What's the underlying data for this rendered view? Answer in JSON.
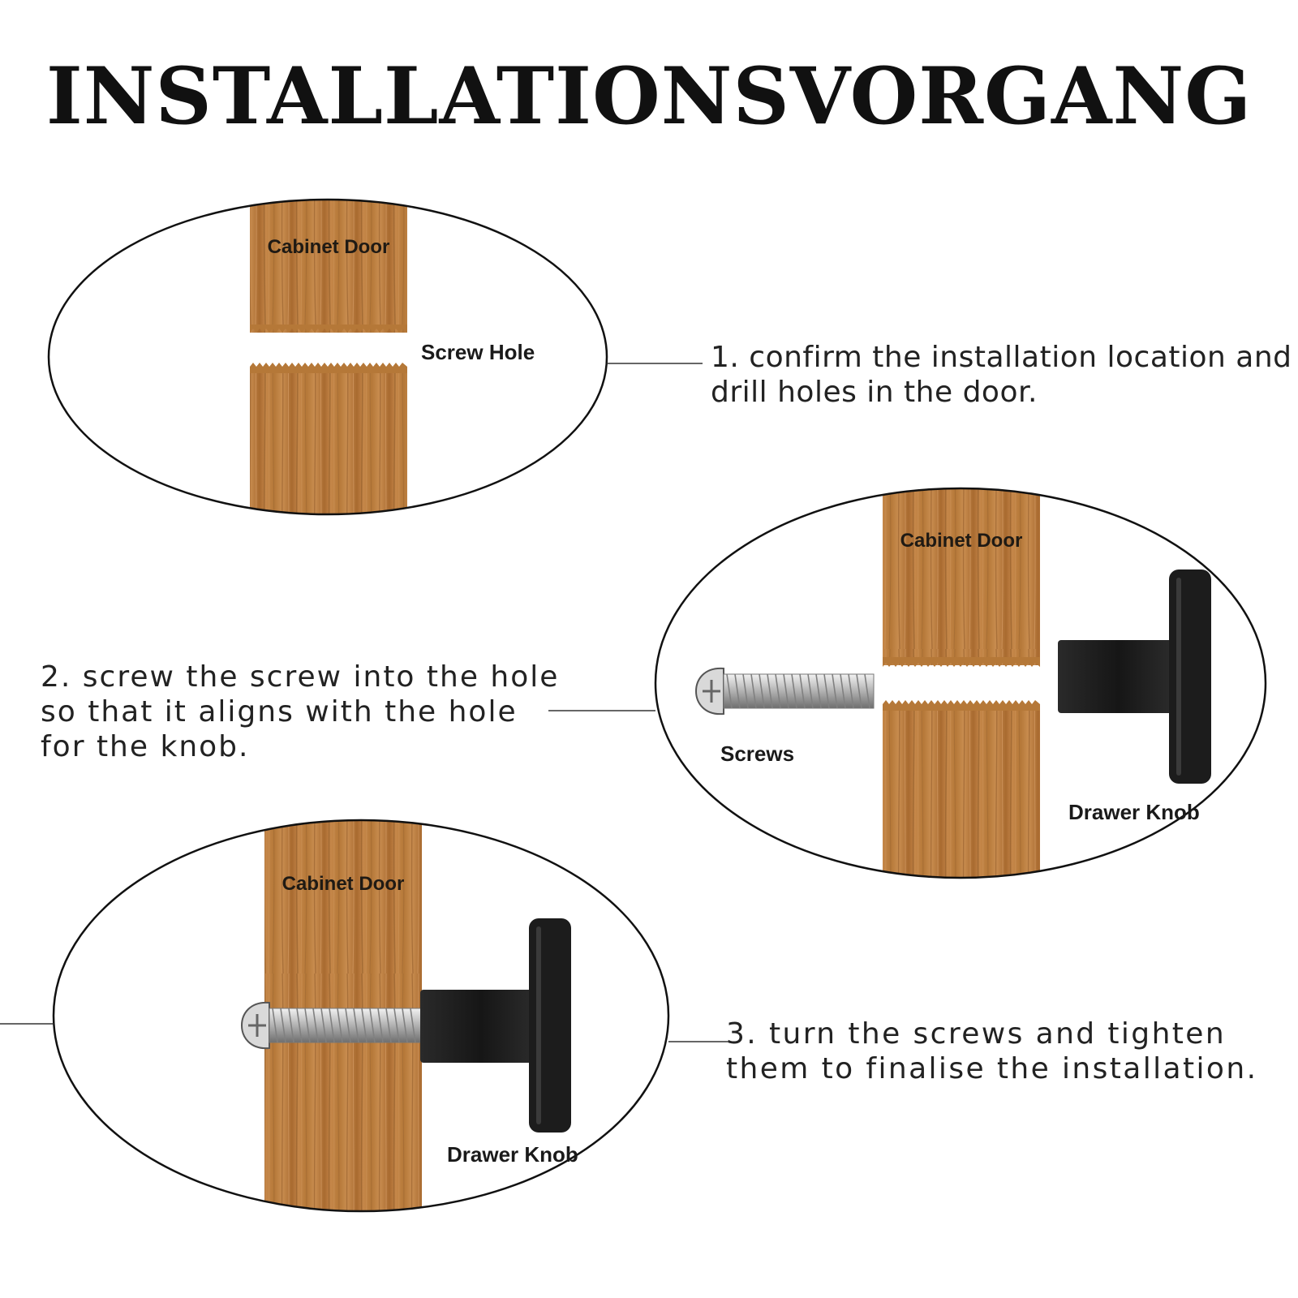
{
  "title": "INSTALLATIONSVORGANG",
  "steps": [
    {
      "lines": [
        "1. confirm the installation location and",
        "drill holes in the door."
      ]
    },
    {
      "lines": [
        "2. screw the screw into the hole",
        "so that it aligns with the hole",
        "for the knob."
      ]
    },
    {
      "lines": [
        "3. turn the screws and tighten",
        "them to finalise the installation."
      ]
    }
  ],
  "labels": {
    "cabinet_door": "Cabinet Door",
    "screw_hole": "Screw Hole",
    "screws": "Screws",
    "drawer_knob": "Drawer Knob"
  },
  "colors": {
    "wood": "#b87a3c",
    "wood_dark": "#8e5a28",
    "knob": "#1c1c1c",
    "outline": "#111111",
    "text": "#222222"
  },
  "icons": [
    "wood-panel",
    "screw-icon",
    "drawer-knob-icon"
  ]
}
